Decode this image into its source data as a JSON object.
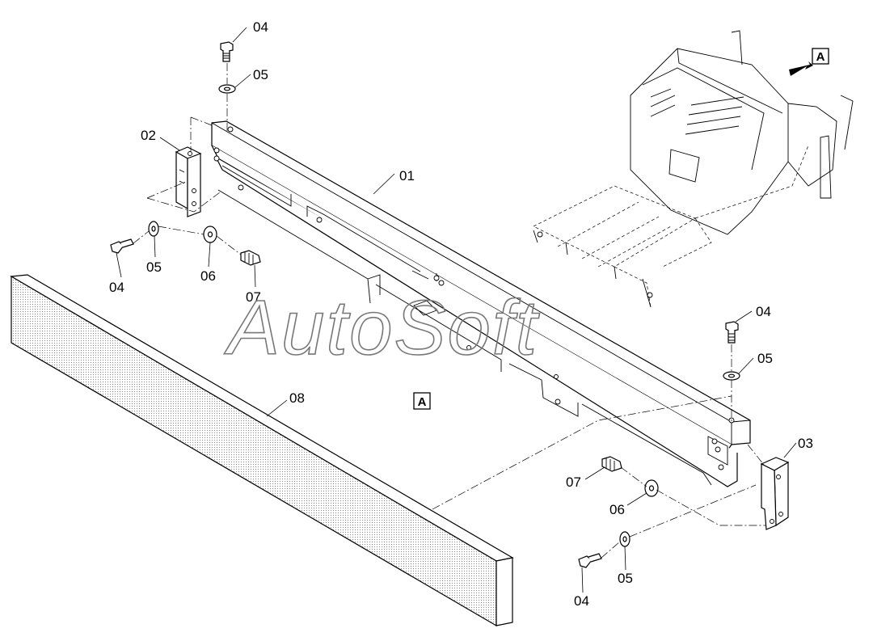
{
  "callouts": {
    "bolt_top_left": "04",
    "washer_top_left": "05",
    "bracket_left": "02",
    "beam": "01",
    "washer_left_a": "05",
    "bolt_left_a": "04",
    "washer_left_b": "06",
    "bolt_left_b": "07",
    "bolt_right_top": "04",
    "washer_right_top": "05",
    "bracket_right": "03",
    "strip": "08",
    "bolt_right_b": "07",
    "washer_right_b": "06",
    "washer_right_a": "05",
    "bolt_right_a": "04"
  },
  "view_markers": {
    "detail_arrow": "A",
    "detail_view": "A"
  },
  "watermark": "AutoSoft"
}
